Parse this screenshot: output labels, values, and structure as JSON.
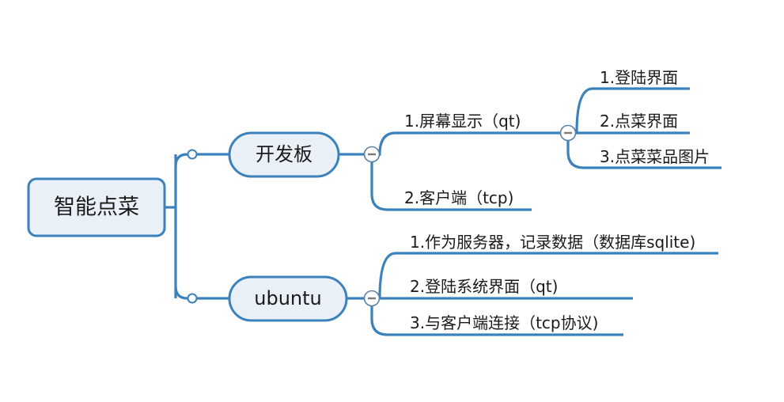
{
  "diagram": {
    "type": "mind-map",
    "title": "智能点菜",
    "colors": {
      "line": "#3b82bd",
      "node_fill": "#eaf0f8",
      "node_border": "#3b82bd",
      "text": "#1a1a1a",
      "background": "#ffffff",
      "collapse_marker": "#7b7b7b"
    },
    "root": {
      "label": "智能点菜"
    },
    "level2": [
      {
        "label": "开发板",
        "collapse_state": "expanded",
        "collapse_icon": "minus-icon",
        "children": [
          {
            "label": "1.屏幕显示（qt)",
            "collapse_state": "expanded",
            "collapse_icon": "minus-icon",
            "children": [
              {
                "label": "1.登陆界面"
              },
              {
                "label": "2.点菜界面"
              },
              {
                "label": "3.点菜菜品图片"
              }
            ]
          },
          {
            "label": "2.客户端（tcp)",
            "children": []
          }
        ]
      },
      {
        "label": "ubuntu",
        "collapse_state": "expanded",
        "collapse_icon": "minus-icon",
        "children": [
          {
            "label": "1.作为服务器，记录数据（数据库sqlite)"
          },
          {
            "label": "2.登陆系统界面（qt)"
          },
          {
            "label": "3.与客户端连接（tcp协议)"
          }
        ]
      }
    ]
  }
}
